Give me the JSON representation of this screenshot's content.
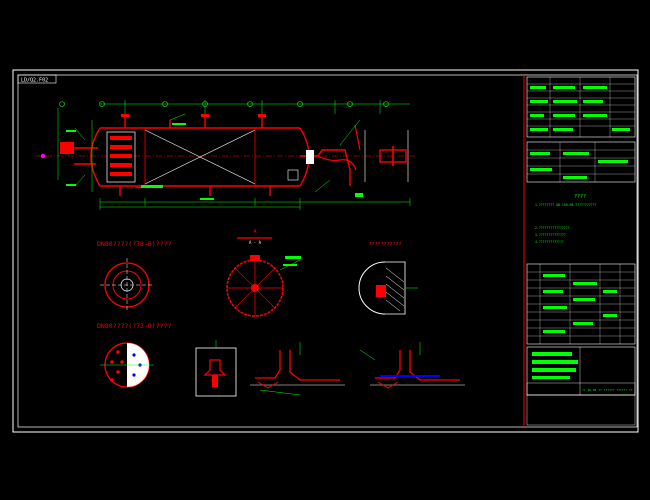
{
  "drawing": {
    "drawing_number": "LD/Q2.F02",
    "view_label_a": "A",
    "view_label_a_marker": "A - A",
    "nozzle_detail_1": "DN80????(?78-0)????",
    "nozzle_detail_2": "DN80????(?73-0)????",
    "detail_caption_right": "???????????",
    "tech_req_title": "????",
    "tech_req_line1": "1.???????? GB 150-98 ???????????",
    "tech_req_line2": "2.????????????????",
    "tech_req_line3": "3.??????????????",
    "tech_req_line4": "4.?????????????",
    "title_block_code": "?? 26-05  ??  ??????  ??????  ??"
  },
  "colors": {
    "background": "#000000",
    "border": "#ffffff",
    "vessel": "#ff0000",
    "dimension": "#00ff00",
    "text": "#00ff00",
    "hatch": "#ffffff",
    "accent": "#ff00ff",
    "nozzle": "#0000ff"
  }
}
